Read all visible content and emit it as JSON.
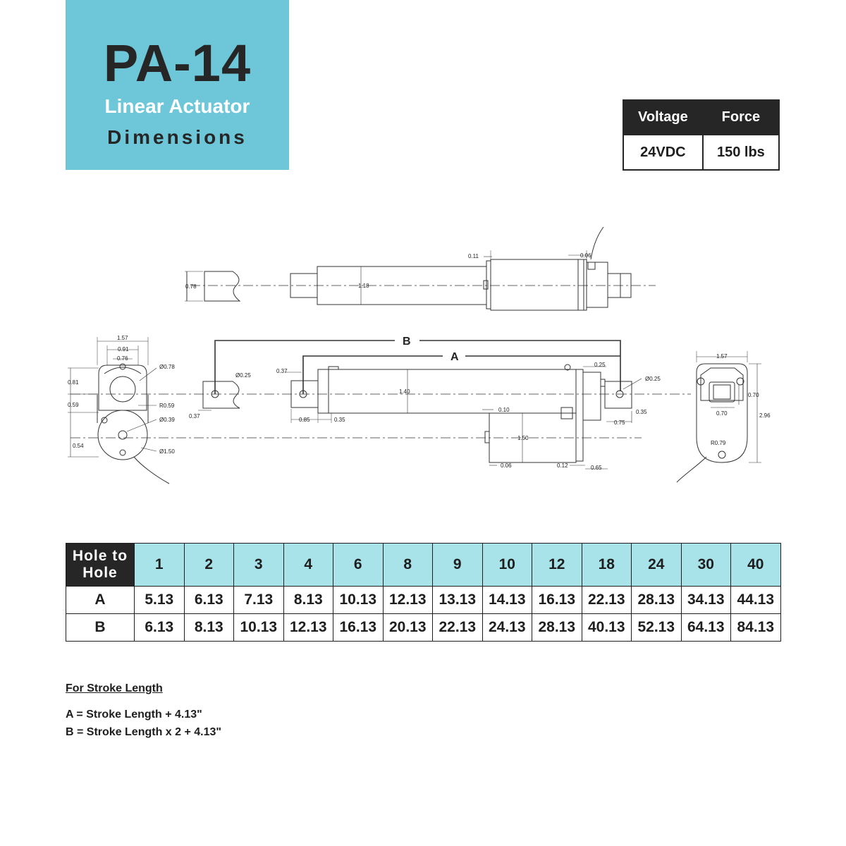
{
  "header": {
    "model": "PA-14",
    "subtitle": "Linear Actuator",
    "subtitle2": "Dimensions",
    "brand_color": "#6ec6d9"
  },
  "specs": {
    "voltage_label": "Voltage",
    "force_label": "Force",
    "voltage": "24VDC",
    "force": "150 lbs"
  },
  "drawing": {
    "top": {
      "d_078": "0.78",
      "d_118": "1.18",
      "d_011": "0.11",
      "d_006": "0.06"
    },
    "side": {
      "d_157": "1.57",
      "d_091": "0.91",
      "d_076": "0.76",
      "d_081": "0.81",
      "d_059": "0.59",
      "d_054": "0.54",
      "dia_078": "Ø0.78",
      "r_059": "R0.59",
      "dia_039": "Ø0.39",
      "dia_150": "Ø1.50"
    },
    "main": {
      "label_b": "B",
      "label_a": "A",
      "dia_025_left": "Ø0.25",
      "d_037_left": "0.37",
      "d_037_top": "0.37",
      "d_085": "0.85",
      "d_035_left": "0.35",
      "d_140": "1.40",
      "d_025": "0.25",
      "dia_025_right": "Ø0.25",
      "d_035_right": "0.35",
      "d_075": "0.75",
      "d_010": "0.10",
      "d_150": "1.50",
      "d_006b": "0.06",
      "d_012": "0.12",
      "d_065": "0.65"
    },
    "end": {
      "d_157": "1.57",
      "d_070v": "0.70",
      "d_070h": "0.70",
      "d_296": "2.96",
      "r_079": "R0.79"
    }
  },
  "hole_table": {
    "corner_line1": "Hole to",
    "corner_line2": "Hole",
    "strokes": [
      "1",
      "2",
      "3",
      "4",
      "6",
      "8",
      "9",
      "10",
      "12",
      "18",
      "24",
      "30",
      "40"
    ],
    "rows": [
      {
        "label": "A",
        "values": [
          "5.13",
          "6.13",
          "7.13",
          "8.13",
          "10.13",
          "12.13",
          "13.13",
          "14.13",
          "16.13",
          "22.13",
          "28.13",
          "34.13",
          "44.13"
        ]
      },
      {
        "label": "B",
        "values": [
          "6.13",
          "8.13",
          "10.13",
          "12.13",
          "16.13",
          "20.13",
          "22.13",
          "24.13",
          "28.13",
          "40.13",
          "52.13",
          "64.13",
          "84.13"
        ]
      }
    ]
  },
  "notes": {
    "heading": "For Stroke Length",
    "formula_a": "A = Stroke Length + 4.13\"",
    "formula_b": "B = Stroke Length x 2 + 4.13\""
  }
}
